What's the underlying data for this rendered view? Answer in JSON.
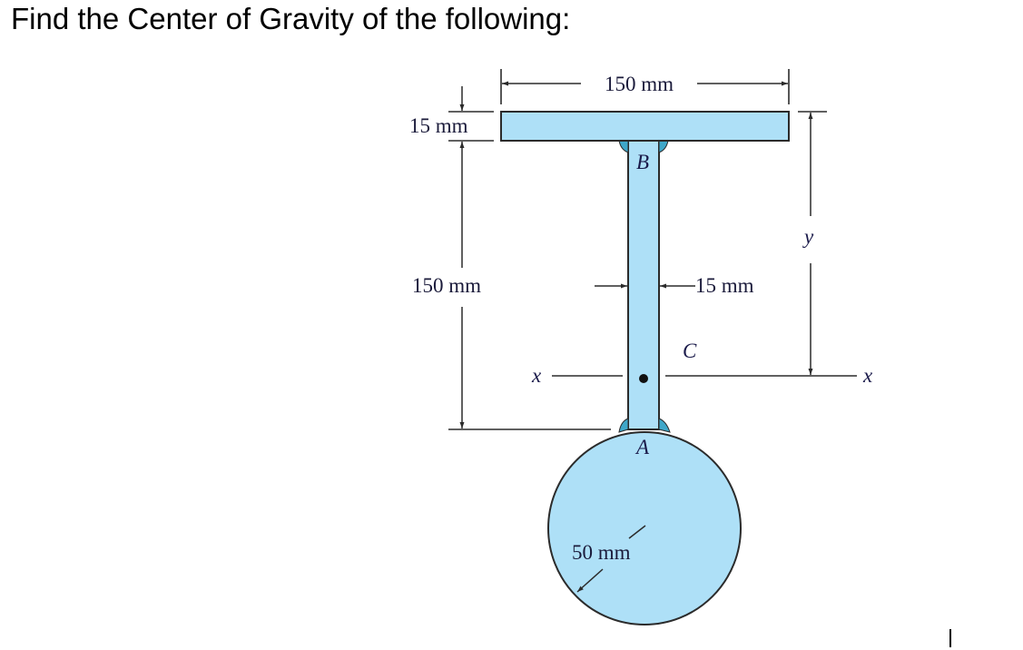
{
  "title": "Find the Center of Gravity of the following:",
  "figure": {
    "colors": {
      "fill": "#aee0f7",
      "weld": "#3fa7c9",
      "stroke": "#2b2b2b",
      "text": "#1a1a3a"
    },
    "dimensions": {
      "flange_width": "150 mm",
      "flange_thickness": "15 mm",
      "web_length": "150 mm",
      "web_thickness": "15 mm",
      "circle_radius": "50 mm"
    },
    "points": {
      "b": "B",
      "a": "A",
      "c": "C"
    },
    "axes": {
      "x_left": "x",
      "x_right": "x",
      "y": "y"
    }
  }
}
